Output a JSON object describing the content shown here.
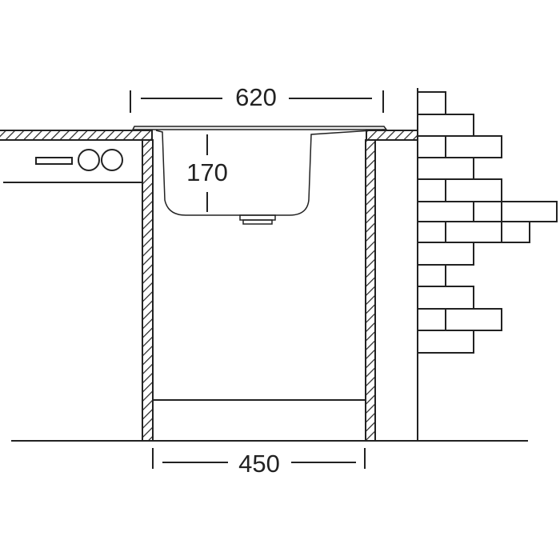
{
  "dimensions": {
    "width_sink": "620",
    "depth_bowl": "170",
    "width_cabinet": "450"
  },
  "colors": {
    "line": "#222222",
    "background": "#ffffff"
  }
}
